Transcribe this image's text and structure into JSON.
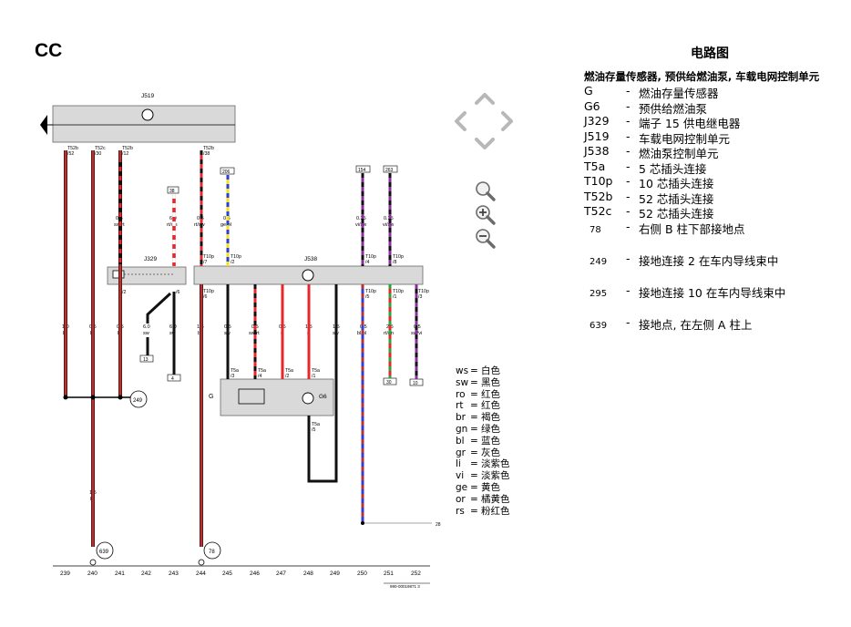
{
  "page_code": "CC",
  "title": "电路图",
  "subtitle": "燃油存量传感器, 预供给燃油泵, 车载电网控制单元",
  "legend": [
    {
      "code": "G",
      "dash": "-",
      "desc": "燃油存量传感器"
    },
    {
      "code": "G6",
      "dash": "-",
      "desc": "预供给燃油泵"
    },
    {
      "code": "J329",
      "dash": "-",
      "desc": "端子 15 供电继电器"
    },
    {
      "code": "J519",
      "dash": "-",
      "desc": "车载电网控制单元"
    },
    {
      "code": "J538",
      "dash": "-",
      "desc": "燃油泵控制单元"
    },
    {
      "code": "T5a",
      "dash": "-",
      "desc": "5 芯插头连接"
    },
    {
      "code": "T10p",
      "dash": "-",
      "desc": "10 芯插头连接"
    },
    {
      "code": "T52b",
      "dash": "-",
      "desc": "52 芯插头连接"
    },
    {
      "code": "T52c",
      "dash": "-",
      "desc": "52 芯插头连接"
    },
    {
      "code": "78",
      "dash": "-",
      "desc": "右侧 B 柱下部接地点"
    },
    {
      "code": "249",
      "dash": "-",
      "desc": "接地连接 2 在车内导线束中"
    },
    {
      "code": "295",
      "dash": "-",
      "desc": "接地连接 10 在车内导线束中"
    },
    {
      "code": "639",
      "dash": "-",
      "desc": "接地点, 在左侧 A 柱上"
    }
  ],
  "color_key": [
    {
      "abbr": "ws",
      "eq": "=",
      "name": "白色"
    },
    {
      "abbr": "sw",
      "eq": "=",
      "name": "黑色"
    },
    {
      "abbr": "ro",
      "eq": "=",
      "name": "红色"
    },
    {
      "abbr": "rt",
      "eq": "=",
      "name": "红色"
    },
    {
      "abbr": "br",
      "eq": "=",
      "name": "褐色"
    },
    {
      "abbr": "gn",
      "eq": "=",
      "name": "绿色"
    },
    {
      "abbr": "bl",
      "eq": "=",
      "name": "蓝色"
    },
    {
      "abbr": "gr",
      "eq": "=",
      "name": "灰色"
    },
    {
      "abbr": "li",
      "eq": "=",
      "name": "淡紫色"
    },
    {
      "abbr": "vi",
      "eq": "=",
      "name": "淡紫色"
    },
    {
      "abbr": "ge",
      "eq": "=",
      "name": "黄色"
    },
    {
      "abbr": "or",
      "eq": "=",
      "name": "橘黄色"
    },
    {
      "abbr": "rs",
      "eq": "=",
      "name": "粉红色"
    }
  ],
  "colors": {
    "br": "#b83232",
    "rt": "#e8262b",
    "sw": "#111111",
    "ge": "#f2e21e",
    "bl": "#2d3fd6",
    "vi": "#8b2c9c",
    "gn": "#2aa43a",
    "box": "#d9d9d9"
  },
  "icons": [
    "chevron-up-icon",
    "chevron-left-icon",
    "chevron-right-icon",
    "chevron-down-icon",
    "zoom-fit-icon",
    "zoom-in-icon",
    "zoom-out-icon"
  ],
  "diagram": {
    "units": {
      "j519": "J519",
      "j329": "J329",
      "j538": "J538",
      "g": "G",
      "g6": "G6"
    },
    "pins": {
      "t52b_52": "T52b",
      "t52b_52n": "/52",
      "t52c_30": "T52c",
      "t52c_30n": "/30",
      "t52b_12": "T52b",
      "t52b_12n": "/12",
      "t52b_38": "T52b",
      "t52b_38n": "/38",
      "j329_2": "/2",
      "j329_6": "/6",
      "t10p_7": "T10p",
      "t10p_7n": "/7",
      "t10p_2": "T10p",
      "t10p_2n": "/2",
      "t10p_4": "T10p",
      "t10p_4n": "/4",
      "t10p_8": "T10p",
      "t10p_8n": "/8",
      "t10p_6": "T10p",
      "t10p_6n": "/6",
      "t10p_5": "T10p",
      "t10p_5n": "/5",
      "t10p_1": "T10p",
      "t10p_1n": "/1",
      "t10p_3": "T10p",
      "t10p_3n": "/3",
      "t5a_3": "T5a",
      "t5a_3n": "/3",
      "t5a_4": "T5a",
      "t5a_4n": "/4",
      "t5a_2": "T5a",
      "t5a_2n": "/2",
      "t5a_1": "T5a",
      "t5a_1n": "/1",
      "t5a_5": "T5a",
      "t5a_5n": "/5"
    },
    "refs": {
      "r38": "38",
      "r206": "206",
      "r154": "154",
      "r263": "263",
      "r13": "13",
      "r4": "4",
      "r30": "30",
      "r10": "10"
    },
    "grounds": {
      "g249": "249",
      "g639": "639",
      "g78": "78"
    },
    "wires_top": [
      {
        "size": "0.5",
        "color": "sw/rt"
      },
      {
        "size": "6.0",
        "color": "rt/ws"
      },
      {
        "size": "0.5",
        "color": "rt/sw"
      },
      {
        "size": "0.5",
        "color": "ge/bl"
      },
      {
        "size": "0.35",
        "color": "vi/sw"
      },
      {
        "size": "0.35",
        "color": "vi/sw"
      }
    ],
    "wires_mid": [
      {
        "size": "1.0",
        "color": "br"
      },
      {
        "size": "0.5",
        "color": "br"
      },
      {
        "size": "0.5",
        "color": "br"
      },
      {
        "size": "6.0",
        "color": "sw"
      },
      {
        "size": "6.0",
        "color": "sw"
      },
      {
        "size": "1.5",
        "color": "br"
      },
      {
        "size": "0.5",
        "color": "sw"
      },
      {
        "size": "0.5",
        "color": "sw/rt"
      },
      {
        "size": "0.5",
        "color": "rt"
      },
      {
        "size": "1.5",
        "color": "rt"
      },
      {
        "size": "1.5",
        "color": "sw"
      },
      {
        "size": "0.5",
        "color": "bl/bl"
      },
      {
        "size": "2.5",
        "color": "rt/gn"
      },
      {
        "size": "0.5",
        "color": "sw/vi"
      }
    ],
    "wire_lower": {
      "size": "1.5",
      "color": "br"
    },
    "ref_28": "28",
    "columns": [
      "239",
      "240",
      "241",
      "242",
      "243",
      "244",
      "245",
      "246",
      "247",
      "248",
      "249",
      "250",
      "251",
      "252"
    ],
    "footer_code": "990-00019871 3"
  }
}
